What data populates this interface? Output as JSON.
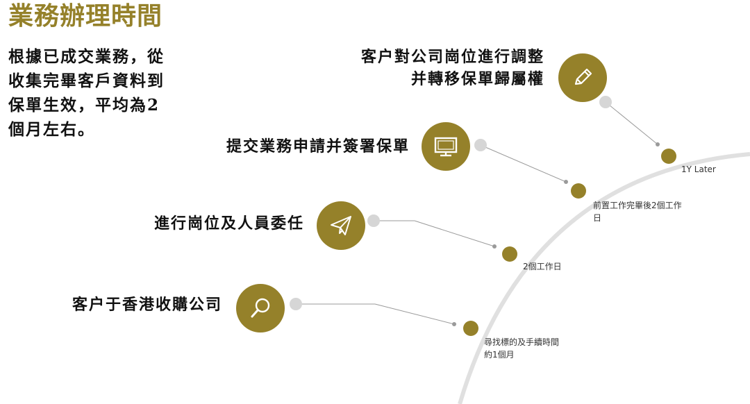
{
  "title": "業務辦理時間",
  "description": "根據已成交業務，從收集完畢客戶資料到保單生效，平均為2個月左右。",
  "steps": [
    {
      "label_line1": "客户對公司崗位進行調整",
      "label_line2": "并轉移保單歸屬權",
      "icon": "pencil-icon"
    },
    {
      "label": "提交業務申請并簽署保單",
      "icon": "monitor-icon"
    },
    {
      "label": "進行崗位及人員委任",
      "icon": "paper-plane-icon"
    },
    {
      "label": "客户于香港收購公司",
      "icon": "magnifier-icon"
    }
  ],
  "timeline": [
    {
      "label": "1Y Later"
    },
    {
      "label_line1": "前置工作完畢後2個工作",
      "label_line2": "日"
    },
    {
      "label": "2個工作日"
    },
    {
      "label_line1": "尋找標的及手續時間",
      "label_line2": "約1個月"
    }
  ],
  "colors": {
    "accent": "#95812a",
    "grey": "#d6d6d6",
    "arc": "#e0e0e0"
  }
}
